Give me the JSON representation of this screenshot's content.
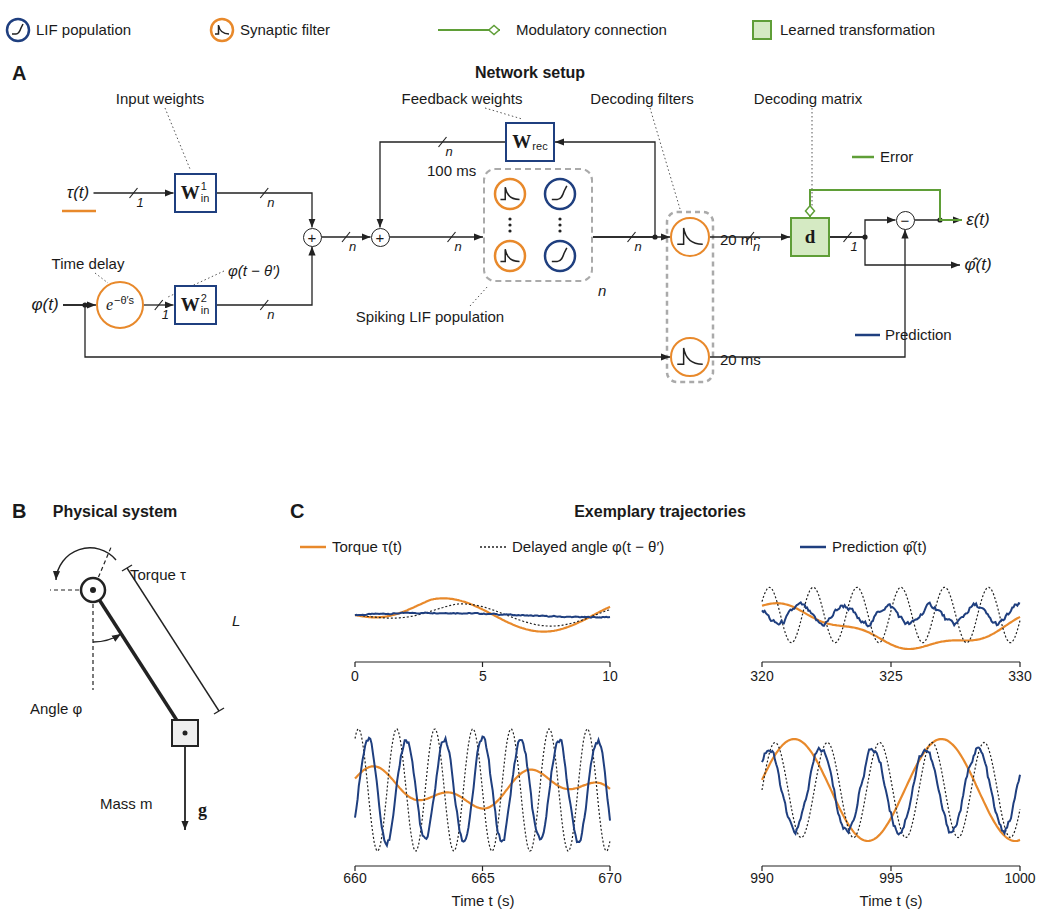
{
  "diagram": {
    "nodes": [
      {
        "text": [
          "τ(t)"
        ]
      },
      {
        "text": [
          "W",
          "1",
          "in"
        ]
      },
      {
        "text": [
          "W",
          "rec"
        ]
      },
      {
        "text": [
          "+"
        ]
      },
      {
        "text": [
          "+"
        ]
      },
      {
        "text": [
          "100 ms"
        ]
      },
      {
        "text": [
          "20 ms"
        ]
      },
      {
        "text": [
          "d"
        ]
      },
      {
        "text": [
          "−"
        ]
      },
      {
        "text": [
          "ε(t)"
        ]
      },
      {
        "text": [
          "φ̂(t)"
        ]
      },
      {
        "text": [
          "φ(t)"
        ]
      },
      {
        "text": [
          "e",
          "−θ′s"
        ]
      },
      {
        "text": [
          "W",
          "2",
          "in"
        ]
      },
      {
        "text": [
          "20 ms"
        ]
      }
    ],
    "edges": [
      {
        "from": 0,
        "to": 1,
        "arrow": "to",
        "label": "1"
      },
      {
        "from": 1,
        "to": 3,
        "arrow": "to",
        "label": "n"
      },
      {
        "from": 13,
        "to": 3,
        "arrow": "to",
        "label": "n"
      },
      {
        "from": 3,
        "to": 4,
        "arrow": "to",
        "label": "n"
      },
      {
        "from": 4,
        "to": 5,
        "arrow": "to",
        "label": "n"
      },
      {
        "from": 5,
        "to": 6,
        "arrow": "to",
        "label": "n"
      },
      {
        "from": 5,
        "to": 2,
        "arrow": "to"
      },
      {
        "from": 2,
        "to": 4,
        "arrow": "to",
        "label": "n"
      },
      {
        "from": 6,
        "to": 7,
        "arrow": "to",
        "label": "n"
      },
      {
        "from": 7,
        "to": 8,
        "arrow": "to",
        "label": "1"
      },
      {
        "from": 7,
        "to": 10,
        "arrow": "to"
      },
      {
        "from": 14,
        "to": 8,
        "arrow": "to"
      },
      {
        "from": 8,
        "to": 9,
        "arrow": "to"
      },
      {
        "from": 9,
        "to": 7,
        "arrow": "to"
      },
      {
        "from": 11,
        "to": 12,
        "arrow": "to"
      },
      {
        "from": 11,
        "to": 14,
        "arrow": "to"
      },
      {
        "from": 12,
        "to": 13,
        "arrow": "to",
        "label": "1"
      }
    ],
    "labels": [
      "A",
      "Network setup",
      "Input weights",
      "Feedback weights",
      "Decoding filters",
      "Decoding matrix",
      "Error",
      "Prediction",
      "Time delay",
      "φ(t − θ′)",
      "Spiking LIF population",
      "n",
      "B",
      "Physical system",
      "Torque τ",
      "L",
      "Angle φ",
      "Mass m",
      "g",
      "C",
      "Exemplary trajectories",
      "0",
      "5",
      "10",
      "320",
      "325",
      "330",
      "660",
      "665",
      "670",
      "990",
      "995",
      "1000",
      "Time t (s)",
      "Time t (s)"
    ],
    "legend": [
      {
        "text": "LIF population"
      },
      {
        "text": "Synaptic filter"
      },
      {
        "text": "Modulatory connection"
      },
      {
        "text": "Learned transformation",
        "color": "#d5eac3"
      },
      {
        "text": "Torque τ(t)"
      },
      {
        "text": "Delayed angle φ(t − θ′)"
      },
      {
        "text": "Prediction φ̂(t)"
      }
    ]
  }
}
